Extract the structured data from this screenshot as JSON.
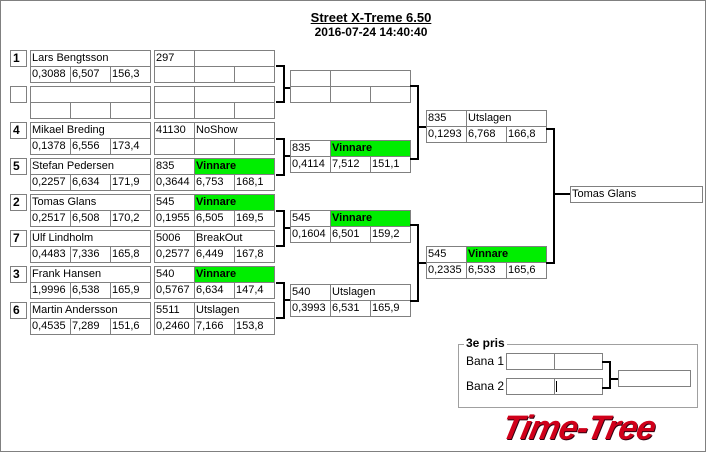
{
  "header": {
    "title": "Street X-Treme 6.50",
    "datetime": "2016-07-24 14:40:40"
  },
  "round1": [
    {
      "seed": "1",
      "name": "Lars Bengtsson",
      "stats": [
        "0,3088",
        "6,507",
        "156,3"
      ],
      "code": "297",
      "status": "",
      "rstats": [
        "",
        "",
        ""
      ],
      "winner": false
    },
    {
      "seed": "",
      "name": "",
      "stats": [
        "",
        "",
        ""
      ],
      "code": "",
      "status": "",
      "rstats": [
        "",
        "",
        ""
      ],
      "winner": false
    },
    {
      "seed": "4",
      "name": "Mikael Breding",
      "stats": [
        "0,1378",
        "6,556",
        "173,4"
      ],
      "code": "41130",
      "status": "NoShow",
      "rstats": [
        "",
        "",
        ""
      ],
      "winner": false
    },
    {
      "seed": "5",
      "name": "Stefan Pedersen",
      "stats": [
        "0,2257",
        "6,634",
        "171,9"
      ],
      "code": "835",
      "status": "Vinnare",
      "rstats": [
        "0,3644",
        "6,753",
        "168,1"
      ],
      "winner": true
    },
    {
      "seed": "2",
      "name": "Tomas Glans",
      "stats": [
        "0,2517",
        "6,508",
        "170,2"
      ],
      "code": "545",
      "status": "Vinnare",
      "rstats": [
        "0,1955",
        "6,505",
        "169,5"
      ],
      "winner": true
    },
    {
      "seed": "7",
      "name": "Ulf Lindholm",
      "stats": [
        "0,4483",
        "7,336",
        "165,8"
      ],
      "code": "5006",
      "status": "BreakOut",
      "rstats": [
        "0,2577",
        "6,449",
        "167,8"
      ],
      "winner": false
    },
    {
      "seed": "3",
      "name": "Frank Hansen",
      "stats": [
        "1,9996",
        "6,538",
        "165,9"
      ],
      "code": "540",
      "status": "Vinnare",
      "rstats": [
        "0,5767",
        "6,634",
        "147,4"
      ],
      "winner": true
    },
    {
      "seed": "6",
      "name": "Martin Andersson",
      "stats": [
        "0,4535",
        "7,289",
        "151,6"
      ],
      "code": "5511",
      "status": "Utslagen",
      "rstats": [
        "0,2460",
        "7,166",
        "153,8"
      ],
      "winner": false
    }
  ],
  "round2": [
    {
      "code": "",
      "status": "",
      "rstats": [
        "",
        "",
        ""
      ],
      "winner": false
    },
    {
      "code": "835",
      "status": "Vinnare",
      "rstats": [
        "0,4114",
        "7,512",
        "151,1"
      ],
      "winner": true
    },
    {
      "code": "545",
      "status": "Vinnare",
      "rstats": [
        "0,1604",
        "6,501",
        "159,2"
      ],
      "winner": true
    },
    {
      "code": "540",
      "status": "Utslagen",
      "rstats": [
        "0,3993",
        "6,531",
        "165,9"
      ],
      "winner": false
    }
  ],
  "round3": [
    {
      "code": "835",
      "status": "Utslagen",
      "rstats": [
        "0,1293",
        "6,768",
        "166,8"
      ],
      "winner": false
    },
    {
      "code": "545",
      "status": "Vinnare",
      "rstats": [
        "0,2335",
        "6,533",
        "165,6"
      ],
      "winner": true
    }
  ],
  "final": {
    "winner": "Tomas Glans"
  },
  "third_place": {
    "title": "3e pris",
    "lane1": "Bana 1",
    "lane2": "Bana 2"
  },
  "logo": "Time-Tree",
  "colors": {
    "winner": "#00ee00",
    "logo": "#d0001a"
  }
}
